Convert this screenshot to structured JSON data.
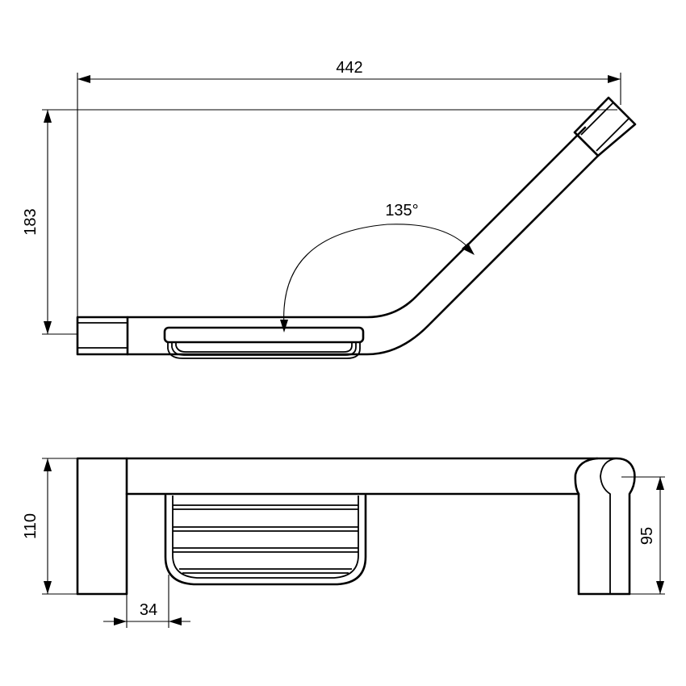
{
  "drawing": {
    "title": "Angled grab bar with soap basket - technical drawing",
    "line_color": "#000000",
    "background": "#ffffff"
  },
  "top_view": {
    "dimensions": {
      "overall_width": "442",
      "overall_height": "183",
      "angle": "135°"
    }
  },
  "front_view": {
    "dimensions": {
      "overall_height": "110",
      "basket_offset": "34",
      "bar_height": "95"
    }
  }
}
